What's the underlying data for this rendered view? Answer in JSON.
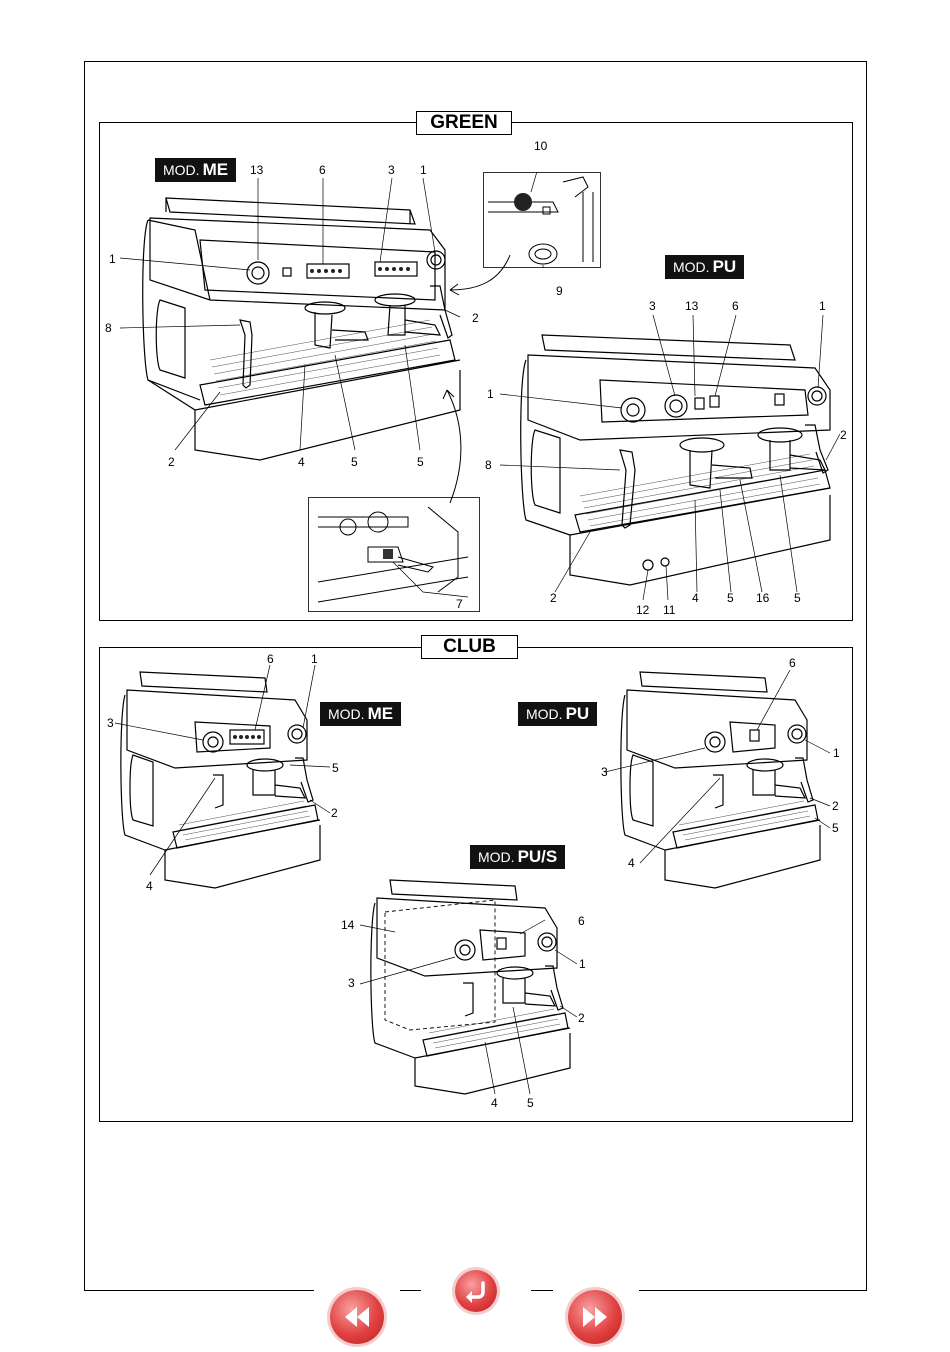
{
  "sections": {
    "green": {
      "title": "GREEN"
    },
    "club": {
      "title": "CLUB"
    }
  },
  "badges": {
    "green_me": {
      "prefix": "MOD.",
      "model": "ME"
    },
    "green_pu": {
      "prefix": "MOD.",
      "model": "PU"
    },
    "club_me": {
      "prefix": "MOD.",
      "model": "ME"
    },
    "club_pu": {
      "prefix": "MOD.",
      "model": "PU"
    },
    "club_pus": {
      "prefix": "MOD.",
      "model": "PU/S"
    }
  },
  "callouts": {
    "green_me": [
      "13",
      "6",
      "3",
      "1",
      "1",
      "8",
      "2",
      "2",
      "4",
      "5",
      "5"
    ],
    "inset_top": [
      "10",
      "9"
    ],
    "inset_bottom": [
      "7"
    ],
    "green_pu": [
      "3",
      "13",
      "6",
      "1",
      "1",
      "2",
      "8",
      "2",
      "12",
      "11",
      "4",
      "5",
      "16",
      "5"
    ],
    "club_me": [
      "6",
      "1",
      "3",
      "5",
      "2",
      "4"
    ],
    "club_pu": [
      "6",
      "3",
      "1",
      "2",
      "5",
      "4"
    ],
    "club_pus": [
      "14",
      "6",
      "1",
      "3",
      "2",
      "4",
      "5"
    ]
  },
  "navigation": {
    "prev_icon": "rewind-icon",
    "back_icon": "return-icon",
    "next_icon": "fast-forward-icon"
  }
}
